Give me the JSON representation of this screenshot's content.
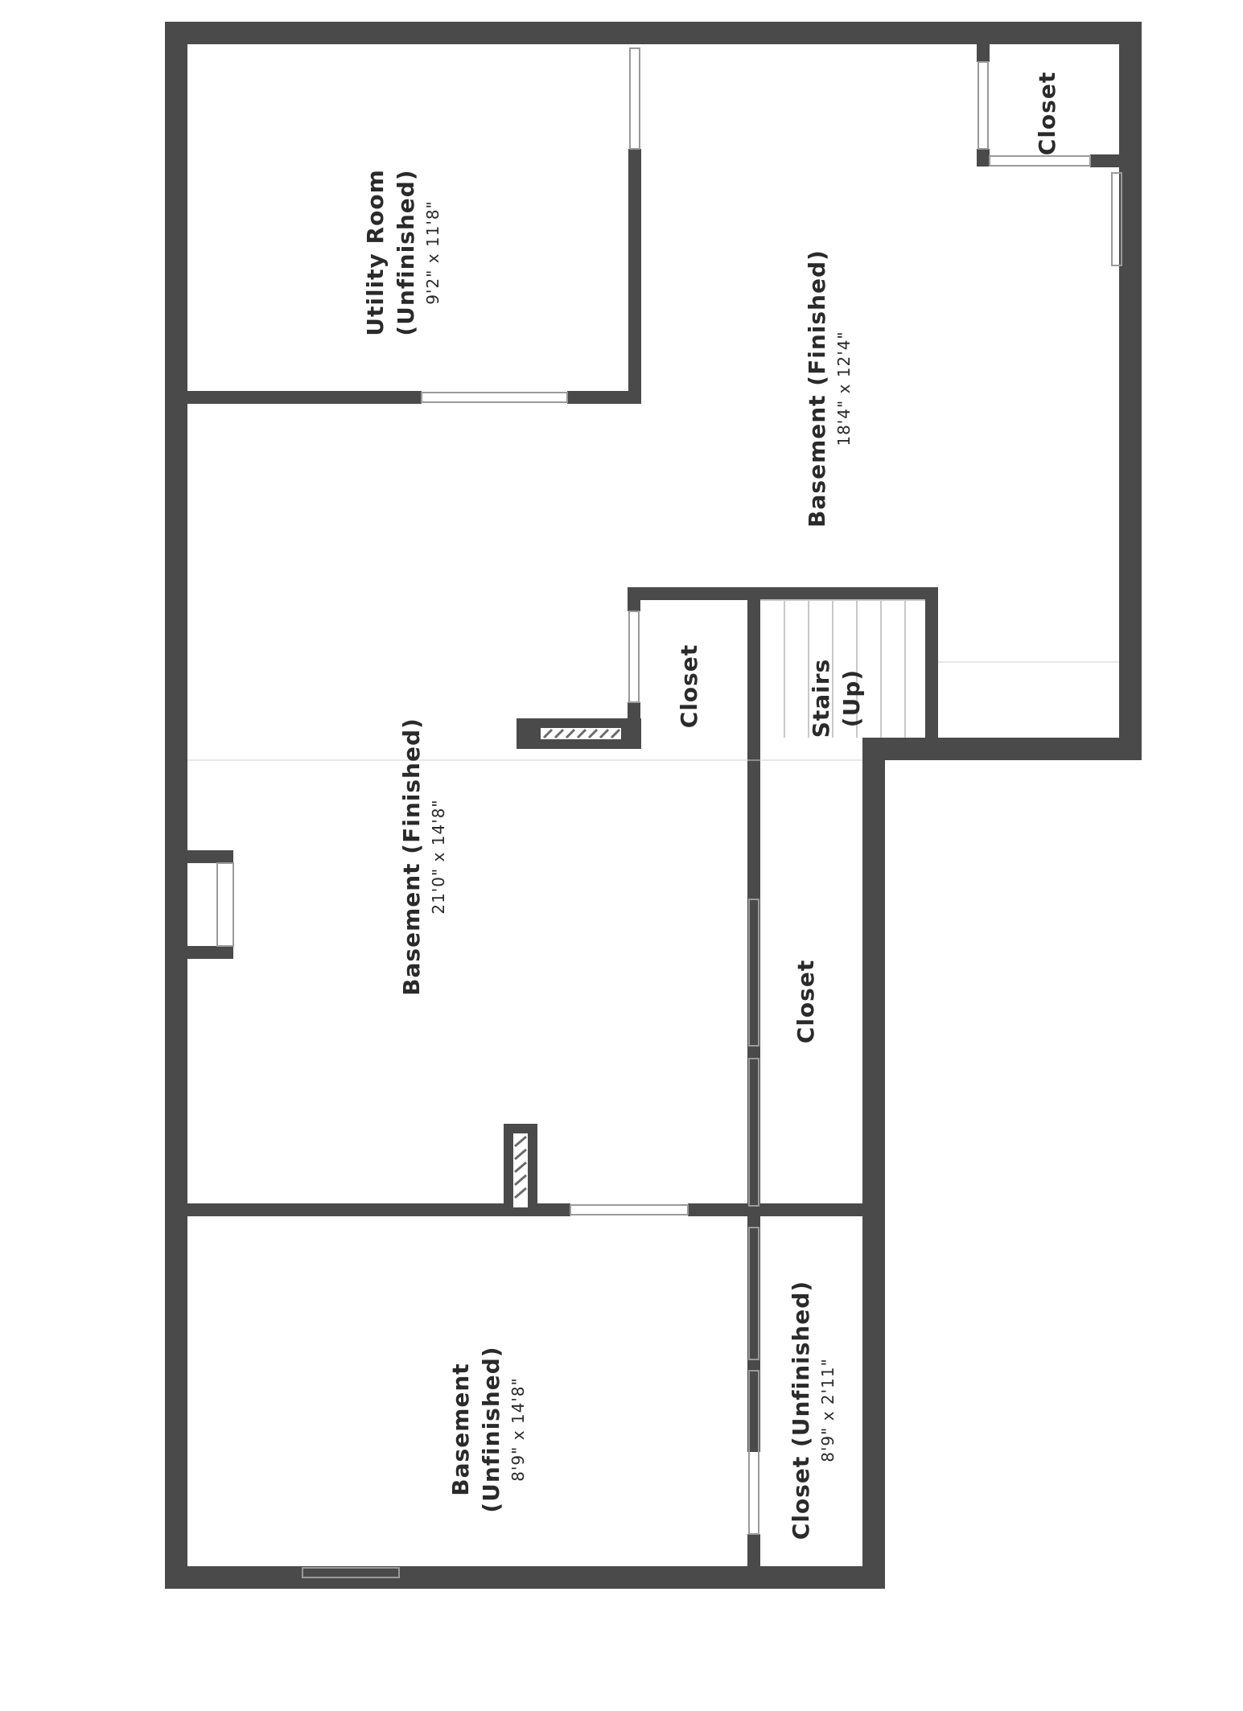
{
  "floorplan": {
    "rooms": [
      {
        "id": "utility-room",
        "name": "Utility Room",
        "name2": "(Unfinished)",
        "dims": "9'2\" x 11'8\""
      },
      {
        "id": "closet-top",
        "name": "Closet",
        "name2": "",
        "dims": ""
      },
      {
        "id": "basement-finished-right",
        "name": "Basement (Finished)",
        "name2": "",
        "dims": "18'4\" x 12'4\""
      },
      {
        "id": "closet-middle",
        "name": "Closet",
        "name2": "",
        "dims": ""
      },
      {
        "id": "stairs",
        "name": "Stairs",
        "name2": "(Up)",
        "dims": ""
      },
      {
        "id": "basement-finished-main",
        "name": "Basement (Finished)",
        "name2": "",
        "dims": "21'0\" x 14'8\""
      },
      {
        "id": "closet-long",
        "name": "Closet",
        "name2": "",
        "dims": ""
      },
      {
        "id": "basement-unfinished",
        "name": "Basement",
        "name2": "(Unfinished)",
        "dims": "8'9\" x 14'8\""
      },
      {
        "id": "closet-unfinished",
        "name": "Closet (Unfinished)",
        "name2": "",
        "dims": "8'9\" x 2'11\""
      }
    ],
    "colors": {
      "wall": "#4a4a4a",
      "floor": "#ffffff",
      "outline": "#6a6a6a",
      "text": "#2a2a2a"
    }
  }
}
